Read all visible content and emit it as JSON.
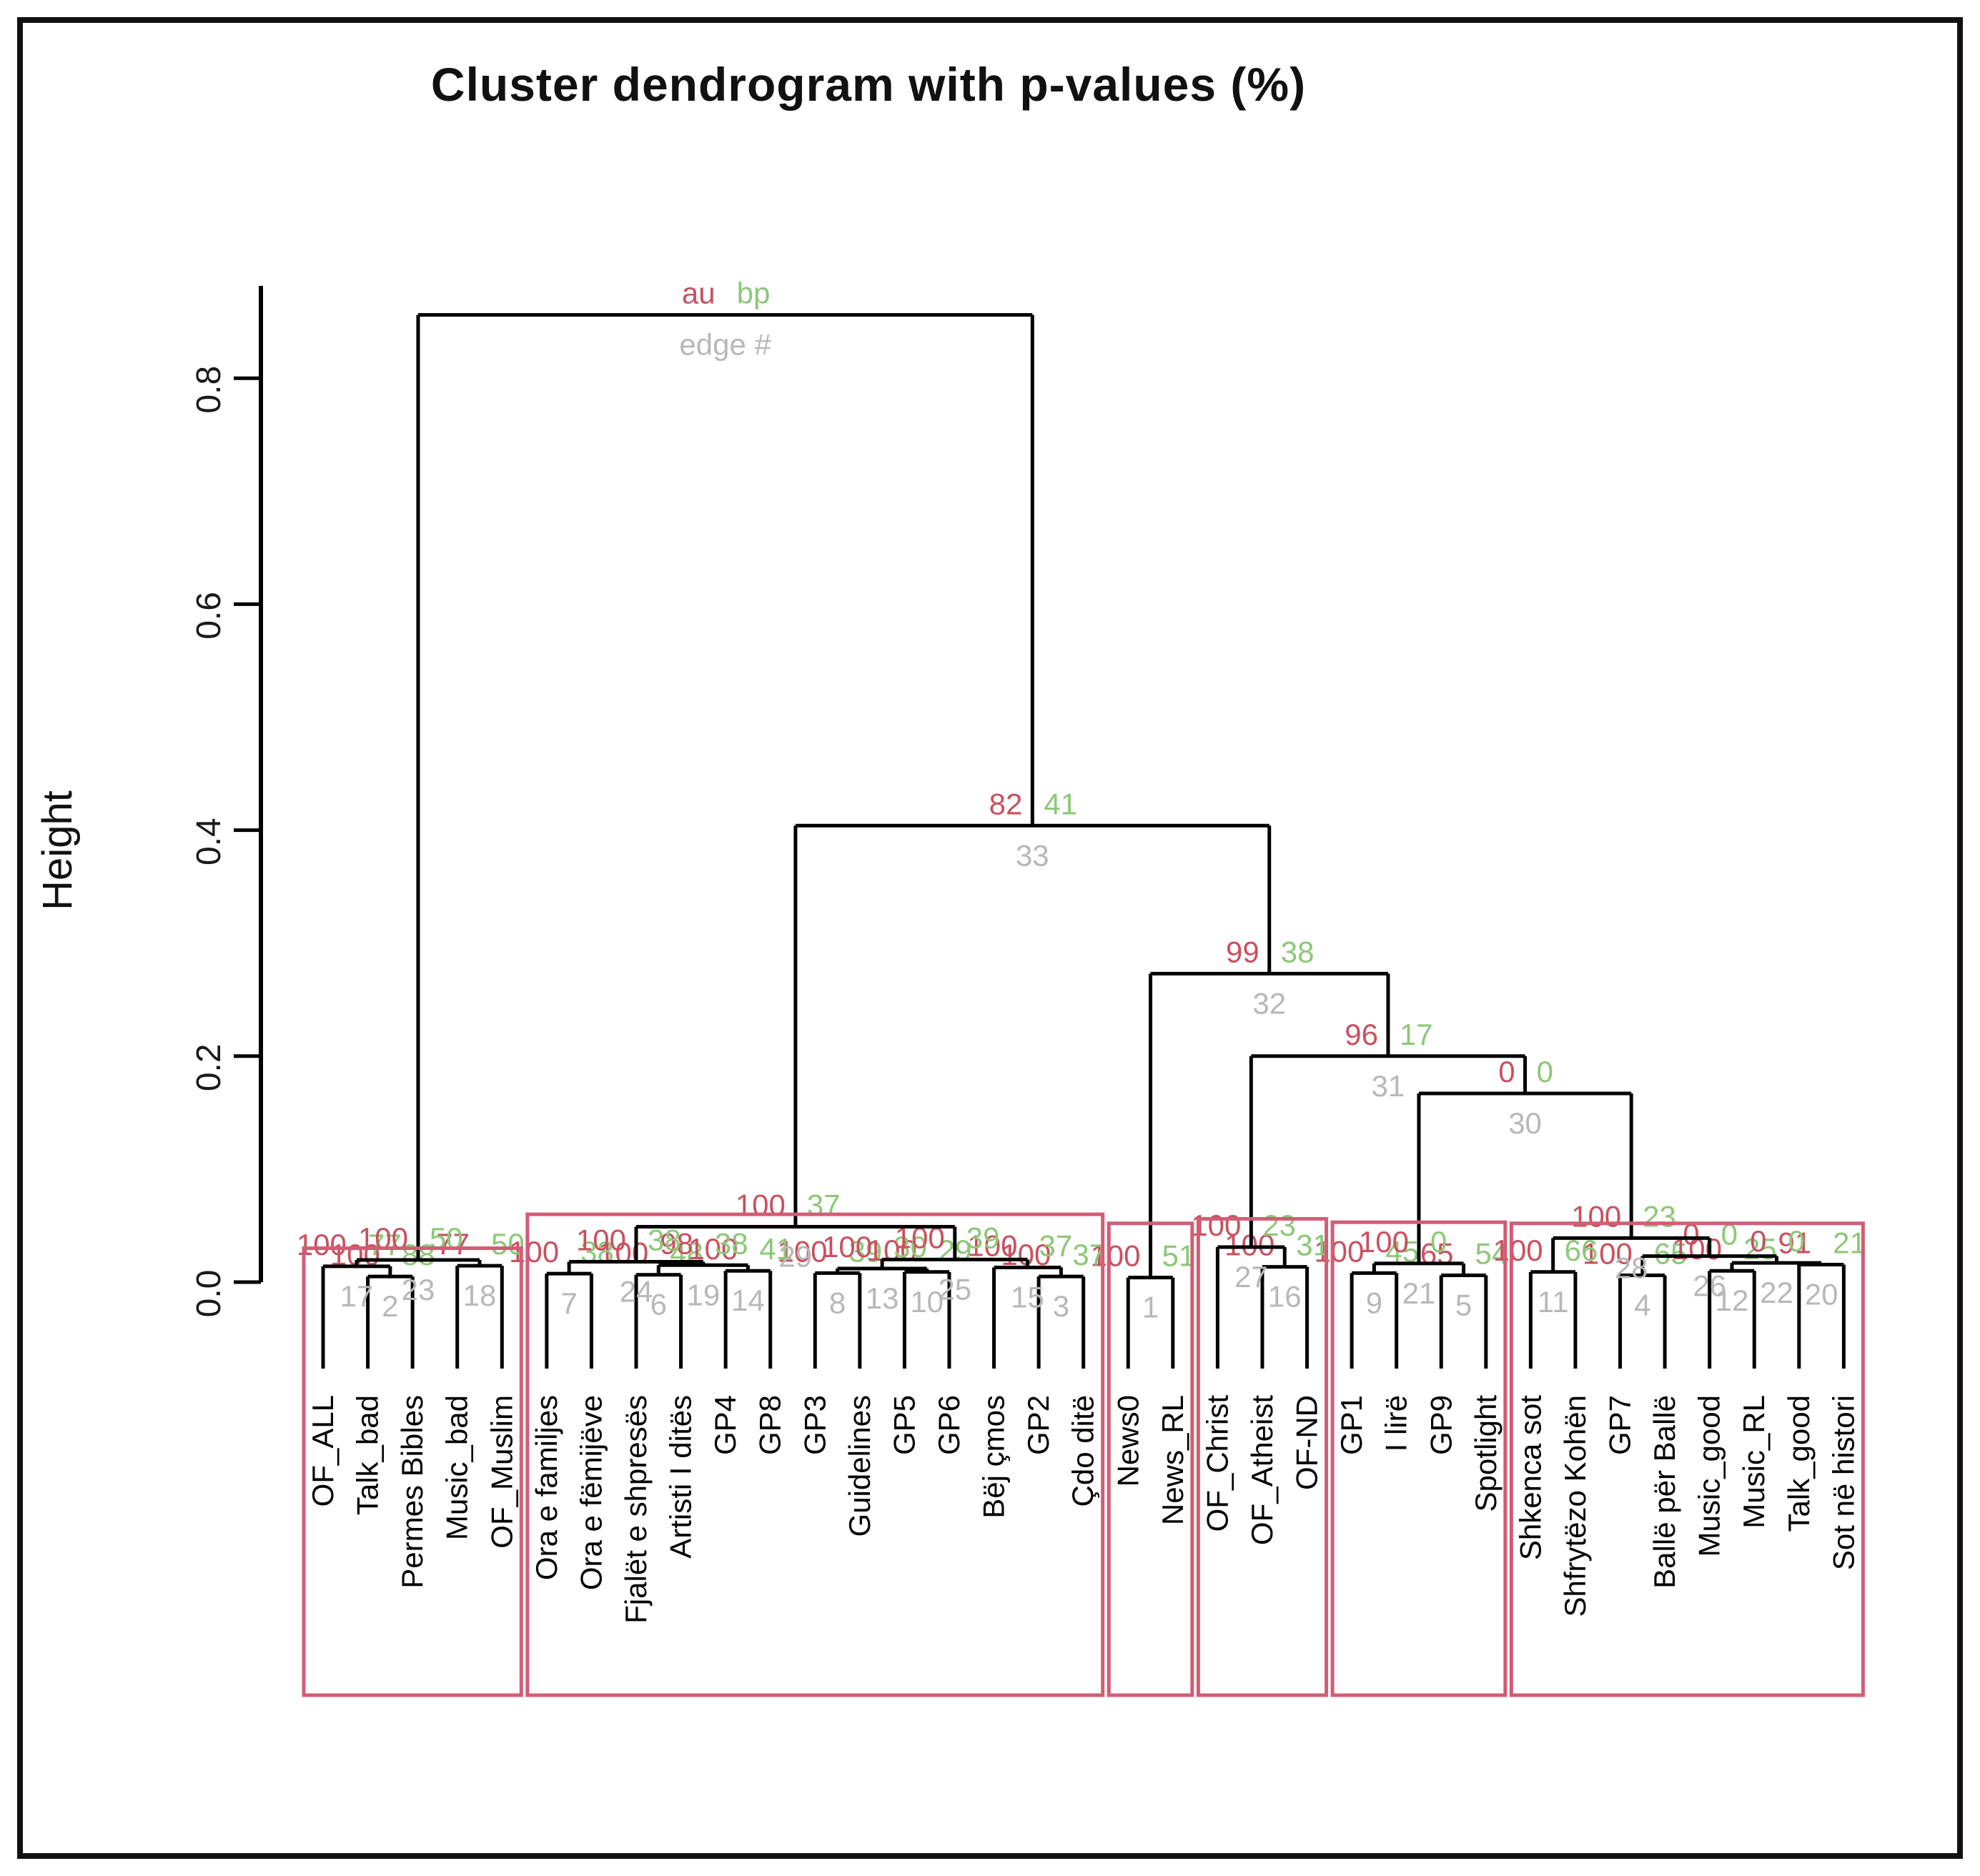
{
  "chart_data": {
    "type": "dendrogram",
    "title": "Cluster dendrogram with p-values (%)",
    "ylabel": "Height",
    "yticks": [
      {
        "value": 0.0,
        "label": "0.0"
      },
      {
        "value": 0.2,
        "label": "0.2"
      },
      {
        "value": 0.4,
        "label": "0.4"
      },
      {
        "value": 0.6,
        "label": "0.6"
      },
      {
        "value": 0.8,
        "label": "0.8"
      }
    ],
    "ylim": [
      0,
      0.87
    ],
    "node_legend": {
      "au": "au",
      "bp": "bp",
      "edge": "edge #"
    },
    "colors": {
      "au": "#c9515f",
      "bp": "#8cc878",
      "edge": "#b8b8b8",
      "link": "#000000",
      "cluster_box": "#d25d75",
      "text": "#1a1a1a"
    },
    "leaves": [
      "OF_ALL",
      "Talk_bad",
      "Permes Bibles",
      "Music_bad",
      "OF_Muslim",
      "Ora e familjes",
      "Ora e fëmijëve",
      "Fjalët e shpresës",
      "Artisti I ditës",
      "GP4",
      "GP8",
      "GP3",
      "Guidelines",
      "GP5",
      "GP6",
      "Bëj çmos",
      "GP2",
      "Çdo ditë",
      "News0",
      "News_RL",
      "OF_Christ",
      "OF_Atheist",
      "OF-ND",
      "GP1",
      "I lirë",
      "GP9",
      "Spotlight",
      "Shkenca sot",
      "Shfrytëzo Kohën",
      "GP7",
      "Ballë për Ballë",
      "Music_good",
      "Music_RL",
      "Talk_good",
      "Sot në histori"
    ],
    "merges": [
      {
        "edge": 1,
        "height": 0.004,
        "au": 100,
        "bp": 51,
        "children": [
          {
            "leaf": 18
          },
          {
            "leaf": 19
          }
        ]
      },
      {
        "edge": 2,
        "height": 0.005,
        "au": 100,
        "bp": 88,
        "children": [
          {
            "leaf": 1
          },
          {
            "leaf": 2
          }
        ]
      },
      {
        "edge": 3,
        "height": 0.005,
        "au": 100,
        "bp": 37,
        "children": [
          {
            "leaf": 16
          },
          {
            "leaf": 17
          }
        ]
      },
      {
        "edge": 4,
        "height": 0.006,
        "au": 100,
        "bp": 65,
        "children": [
          {
            "leaf": 29
          },
          {
            "leaf": 30
          }
        ]
      },
      {
        "edge": 5,
        "height": 0.006,
        "au": 65,
        "bp": 54,
        "children": [
          {
            "leaf": 25
          },
          {
            "leaf": 26
          }
        ]
      },
      {
        "edge": 6,
        "height": 0.0065,
        "au": 100,
        "bp": 48,
        "children": [
          {
            "leaf": 7
          },
          {
            "leaf": 8
          }
        ]
      },
      {
        "edge": 7,
        "height": 0.0075,
        "au": 100,
        "bp": 38,
        "children": [
          {
            "leaf": 5
          },
          {
            "leaf": 6
          }
        ]
      },
      {
        "edge": 8,
        "height": 0.008,
        "au": 100,
        "bp": 39,
        "children": [
          {
            "leaf": 11
          },
          {
            "leaf": 12
          }
        ]
      },
      {
        "edge": 9,
        "height": 0.008,
        "au": 100,
        "bp": 45,
        "children": [
          {
            "leaf": 23
          },
          {
            "leaf": 24
          }
        ]
      },
      {
        "edge": 10,
        "height": 0.009,
        "au": 100,
        "bp": 29,
        "children": [
          {
            "leaf": 13
          },
          {
            "leaf": 14
          }
        ]
      },
      {
        "edge": 11,
        "height": 0.009,
        "au": 100,
        "bp": 66,
        "children": [
          {
            "leaf": 27
          },
          {
            "leaf": 28
          }
        ]
      },
      {
        "edge": 12,
        "height": 0.01,
        "au": 100,
        "bp": 25,
        "children": [
          {
            "leaf": 31
          },
          {
            "leaf": 32
          }
        ]
      },
      {
        "edge": 13,
        "height": 0.012,
        "au": 100,
        "bp": 30,
        "children": [
          {
            "edge": 8
          },
          {
            "edge": 10
          }
        ]
      },
      {
        "edge": 14,
        "height": 0.01,
        "au": 100,
        "bp": 41,
        "children": [
          {
            "leaf": 9
          },
          {
            "leaf": 10
          }
        ]
      },
      {
        "edge": 15,
        "height": 0.013,
        "au": 100,
        "bp": 37,
        "children": [
          {
            "leaf": 15
          },
          {
            "edge": 3
          }
        ]
      },
      {
        "edge": 16,
        "height": 0.0135,
        "au": 100,
        "bp": 31,
        "children": [
          {
            "leaf": 21
          },
          {
            "leaf": 22
          }
        ]
      },
      {
        "edge": 17,
        "height": 0.014,
        "au": 100,
        "bp": 77,
        "children": [
          {
            "leaf": 0
          },
          {
            "edge": 2
          }
        ]
      },
      {
        "edge": 18,
        "height": 0.0145,
        "au": 77,
        "bp": 50,
        "children": [
          {
            "leaf": 3
          },
          {
            "leaf": 4
          }
        ]
      },
      {
        "edge": 19,
        "height": 0.015,
        "au": 98,
        "bp": 38,
        "children": [
          {
            "edge": 6
          },
          {
            "edge": 14
          }
        ]
      },
      {
        "edge": 20,
        "height": 0.0155,
        "au": 91,
        "bp": 21,
        "children": [
          {
            "leaf": 33
          },
          {
            "leaf": 34
          }
        ]
      },
      {
        "edge": 21,
        "height": 0.0165,
        "au": 100,
        "bp": 0,
        "children": [
          {
            "edge": 9
          },
          {
            "edge": 5
          }
        ]
      },
      {
        "edge": 22,
        "height": 0.017,
        "au": 0,
        "bp": 0,
        "children": [
          {
            "edge": 12
          },
          {
            "edge": 20
          }
        ]
      },
      {
        "edge": 23,
        "height": 0.0196,
        "au": 100,
        "bp": 50,
        "children": [
          {
            "edge": 17
          },
          {
            "edge": 18
          }
        ]
      },
      {
        "edge": 24,
        "height": 0.018,
        "au": 100,
        "bp": 38,
        "children": [
          {
            "edge": 7
          },
          {
            "edge": 19
          }
        ]
      },
      {
        "edge": 25,
        "height": 0.02,
        "au": 100,
        "bp": 39,
        "children": [
          {
            "edge": 13
          },
          {
            "edge": 15
          }
        ]
      },
      {
        "edge": 26,
        "height": 0.023,
        "au": 0,
        "bp": 0,
        "children": [
          {
            "edge": 4
          },
          {
            "edge": 22
          }
        ]
      },
      {
        "edge": 27,
        "height": 0.031,
        "au": 100,
        "bp": 23,
        "children": [
          {
            "leaf": 20
          },
          {
            "edge": 16
          }
        ]
      },
      {
        "edge": 28,
        "height": 0.039,
        "au": 100,
        "bp": 23,
        "children": [
          {
            "edge": 11
          },
          {
            "edge": 26
          }
        ]
      },
      {
        "edge": 29,
        "height": 0.049,
        "au": 100,
        "bp": 37,
        "children": [
          {
            "edge": 24
          },
          {
            "edge": 25
          }
        ]
      },
      {
        "edge": 30,
        "height": 0.167,
        "au": 0,
        "bp": 0,
        "children": [
          {
            "edge": 21
          },
          {
            "edge": 28
          }
        ]
      },
      {
        "edge": 31,
        "height": 0.2,
        "au": 96,
        "bp": 17,
        "children": [
          {
            "edge": 27
          },
          {
            "edge": 30
          }
        ]
      },
      {
        "edge": 32,
        "height": 0.273,
        "au": 99,
        "bp": 38,
        "children": [
          {
            "edge": 1
          },
          {
            "edge": 31
          }
        ]
      },
      {
        "edge": 33,
        "height": 0.404,
        "au": 82,
        "bp": 41,
        "children": [
          {
            "edge": 29
          },
          {
            "edge": 32
          }
        ]
      },
      {
        "edge": 34,
        "height": 0.856,
        "legend": true,
        "children": [
          {
            "edge": 23
          },
          {
            "edge": 33
          }
        ]
      }
    ],
    "cluster_boxes": [
      {
        "from": 0,
        "to": 4,
        "top_height": 0.03
      },
      {
        "from": 5,
        "to": 17,
        "top_height": 0.06
      },
      {
        "from": 18,
        "to": 19,
        "top_height": 0.052
      },
      {
        "from": 20,
        "to": 22,
        "top_height": 0.056
      },
      {
        "from": 23,
        "to": 26,
        "top_height": 0.053
      },
      {
        "from": 27,
        "to": 34,
        "top_height": 0.052
      }
    ]
  }
}
